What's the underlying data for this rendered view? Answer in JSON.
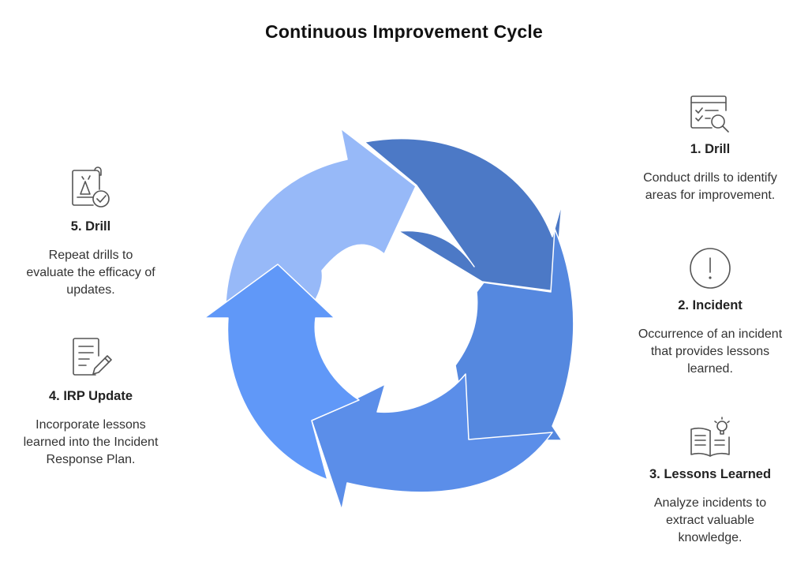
{
  "title": "Continuous Improvement Cycle",
  "colors": {
    "arrow_drill": "#4c79c6",
    "arrow_incident": "#5588df",
    "arrow_lessons": "#5b8ee9",
    "arrow_irp": "#6098f8",
    "arrow_repeat": "#97b9f8",
    "icon_stroke": "#555555"
  },
  "steps": [
    {
      "title": "1. Drill",
      "desc_lines": [
        "Conduct drills to identify",
        "areas for improvement."
      ],
      "icon": "checklist-search-icon"
    },
    {
      "title": "2. Incident",
      "desc_lines": [
        "Occurrence of an incident",
        "that provides lessons",
        "learned."
      ],
      "icon": "exclamation-circle-icon"
    },
    {
      "title": "3. Lessons Learned",
      "desc_lines": [
        "Analyze incidents to",
        "extract valuable",
        "knowledge."
      ],
      "icon": "book-lightbulb-icon"
    },
    {
      "title": "4. IRP Update",
      "desc_lines": [
        "Incorporate lessons",
        "learned into the Incident",
        "Response Plan."
      ],
      "icon": "document-pencil-icon"
    },
    {
      "title": "5. Drill",
      "desc_lines": [
        "Repeat drills to",
        "evaluate the efficacy of",
        "updates."
      ],
      "icon": "drill-check-icon"
    }
  ]
}
